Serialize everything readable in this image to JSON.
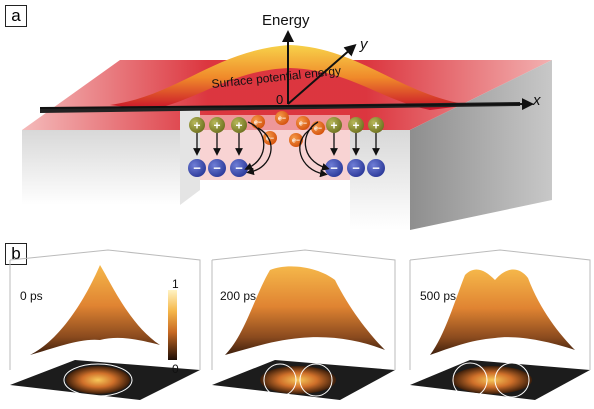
{
  "panel_a": {
    "tag": "a",
    "energy_label": "Energy",
    "y_axis_label": "y",
    "x_axis_label": "x",
    "origin_label": "0",
    "surface_label": "Surface potential energy",
    "charges": {
      "positive": "+",
      "negative": "−",
      "electron": "e−"
    }
  },
  "panel_b": {
    "tag": "b",
    "colorbar": {
      "max_label": "1",
      "min_label": "0"
    },
    "frames": [
      {
        "time_label": "0 ps"
      },
      {
        "time_label": "200 ps"
      },
      {
        "time_label": "500 ps"
      }
    ]
  }
}
